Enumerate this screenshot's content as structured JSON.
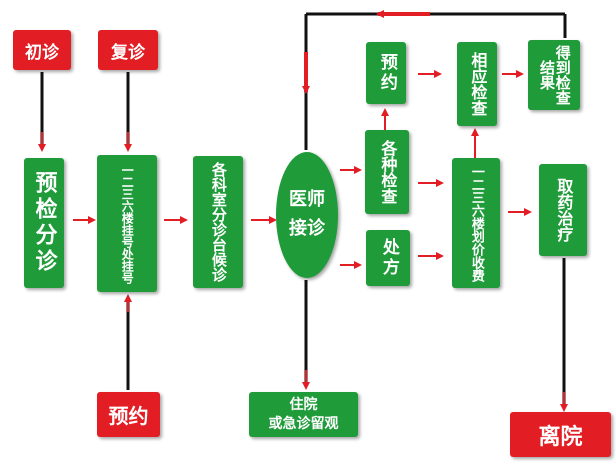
{
  "colors": {
    "red": "#e31d24",
    "green": "#1f9b3a",
    "line": "#111111",
    "arrow": "#e31d24"
  },
  "nodes": {
    "chuzhen": "初诊",
    "fuzhen": "复诊",
    "yujian": "预检分诊",
    "guahao": "一二三六楼挂号处挂号",
    "houzhen": "各科室分诊台候诊",
    "jiezhen_line1": "医师",
    "jiezhen_line2": "接诊",
    "yuyue_bottom": "预约",
    "zhuyuan_line1": "住院",
    "zhuyuan_line2": "或急诊留观",
    "yuyue_top": "预约",
    "jiancha": "各种检查",
    "chufang": "处方",
    "xiangying": "相应检查",
    "jieguo": "得到检查结果",
    "shoufei": "一二三六楼划价收费",
    "quyao": "取药治疗",
    "liyuan": "离院"
  }
}
